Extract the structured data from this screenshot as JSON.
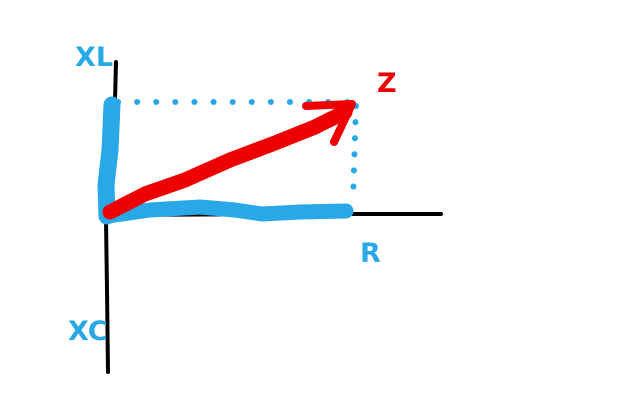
{
  "labels": {
    "xl": "XL",
    "r": "R",
    "xc": "XC",
    "z": "Z"
  },
  "colors": {
    "axis": "#000000",
    "component": "#29a8e8",
    "vector": "#ee0000",
    "background": "#ffffff"
  }
}
